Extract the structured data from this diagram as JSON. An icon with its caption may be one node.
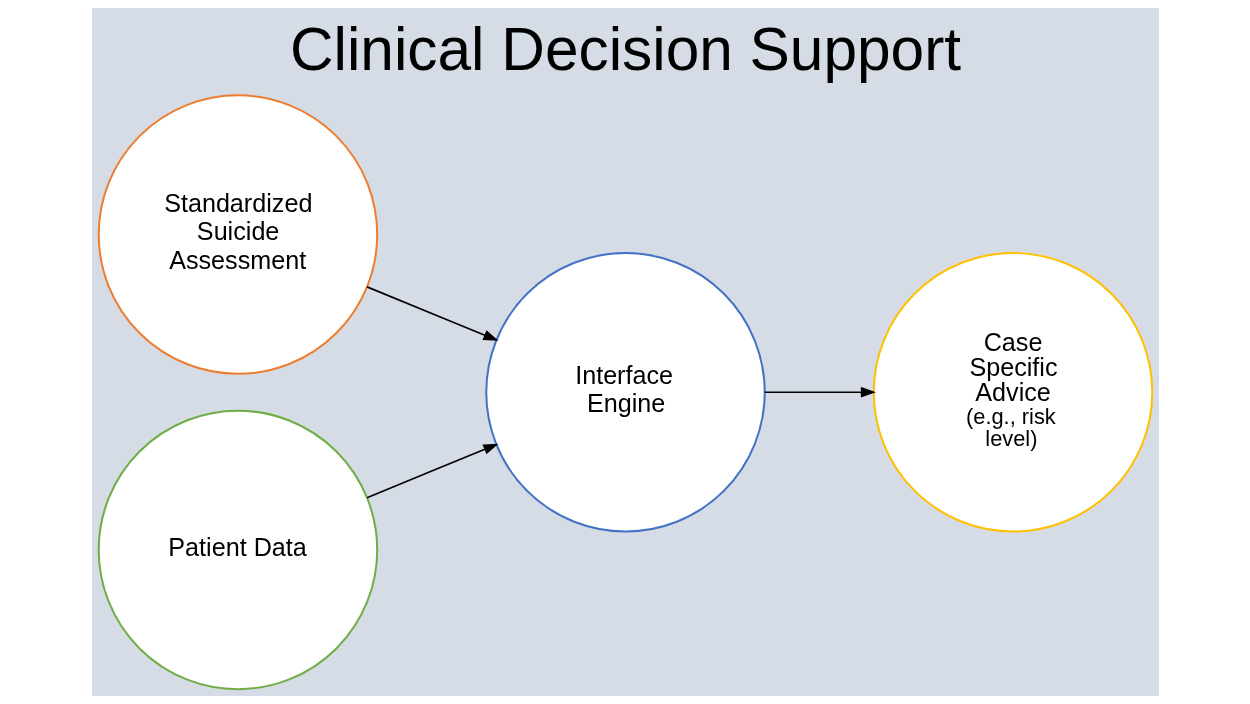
{
  "diagram": {
    "title": "Clinical Decision Support",
    "nodes": [
      {
        "text": [
          "Standardized Suicide Assessment"
        ]
      },
      {
        "text": [
          "Patient Data"
        ]
      },
      {
        "text": [
          "Interface Engine"
        ]
      },
      {
        "text": [
          "Case Specific Advice",
          "(e.g., risk level)"
        ]
      }
    ],
    "edges": [
      {
        "from": 0,
        "to": 2,
        "arrow": "to"
      },
      {
        "from": 1,
        "to": 2,
        "arrow": "to"
      },
      {
        "from": 2,
        "to": 3,
        "arrow": "to"
      }
    ]
  }
}
